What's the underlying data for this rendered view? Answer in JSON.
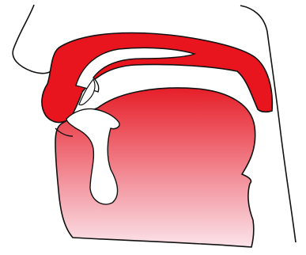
{
  "diagram": {
    "kind": "vocal-tract-sagittal-section",
    "colors": {
      "background": "#ffffff",
      "outline": "#111111",
      "upper_articulators": "#e8141e",
      "tongue_top": "#e61e28",
      "tongue_mid": "#f28c96",
      "tongue_bottom": "#fbe4ea",
      "airway": "#ffffff"
    },
    "regions": [
      {
        "name": "upper-lip-palate-velum",
        "fill": "upper_articulators"
      },
      {
        "name": "tongue-and-lower-jaw",
        "fill": "tongue_gradient"
      },
      {
        "name": "oral-airway",
        "fill": "airway"
      },
      {
        "name": "nasal-airway",
        "fill": "airway"
      },
      {
        "name": "face-profile",
        "fill": "none"
      },
      {
        "name": "pharynx-wall",
        "fill": "none"
      }
    ]
  }
}
